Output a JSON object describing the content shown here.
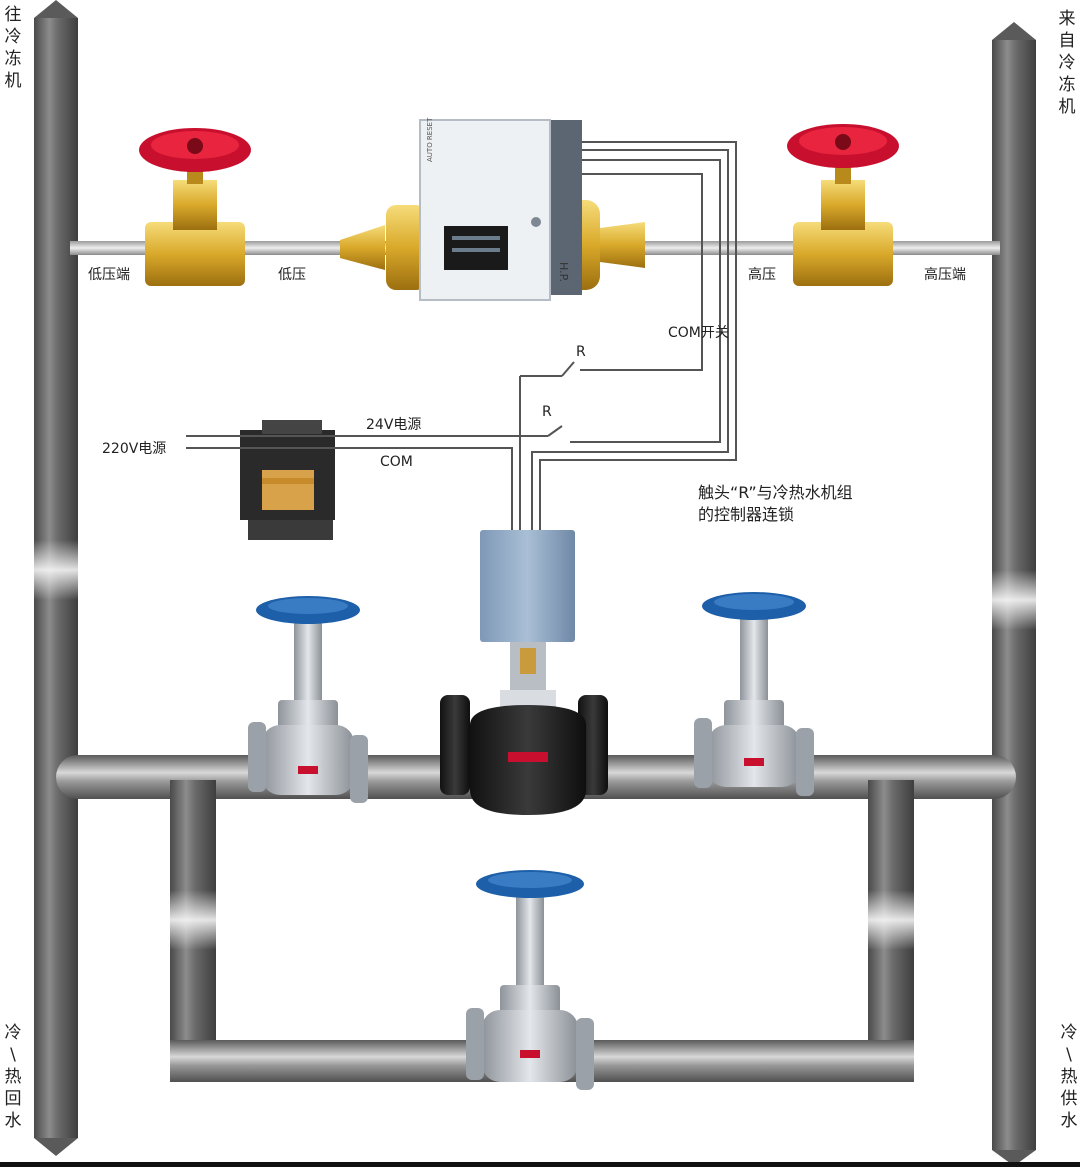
{
  "side_labels": {
    "top_left": "往冷冻机",
    "top_right": "来自冷冻机",
    "bottom_left": [
      "冷",
      "\\",
      "热",
      "回",
      "水"
    ],
    "bottom_right": [
      "冷",
      "\\",
      "热",
      "供",
      "水"
    ]
  },
  "refrigerant_line": {
    "low_pressure_nut": "低压端",
    "low_pressure": "低压",
    "high_pressure": "高压",
    "high_pressure_nut": "高压端"
  },
  "controller": {
    "brand_text": "AUTO RESET",
    "port_label": "H.P."
  },
  "wiring": {
    "com_switch": "COM开关",
    "relay_top": "R",
    "relay_bottom": "R",
    "supply_24v": "24V电源",
    "com": "COM",
    "supply_220v": "220V电源"
  },
  "note": {
    "line1": "触头“R”与冷热水机组",
    "line2": "的控制器连锁"
  },
  "colors": {
    "pipe": "#7a7a7a",
    "brass": "#d9a92a",
    "red_handwheel": "#c8102e",
    "blue_handwheel": "#1d5fa8",
    "valve_body": "#c4c9cf",
    "actuator": "#8fa8c4",
    "wire": "#555555"
  }
}
